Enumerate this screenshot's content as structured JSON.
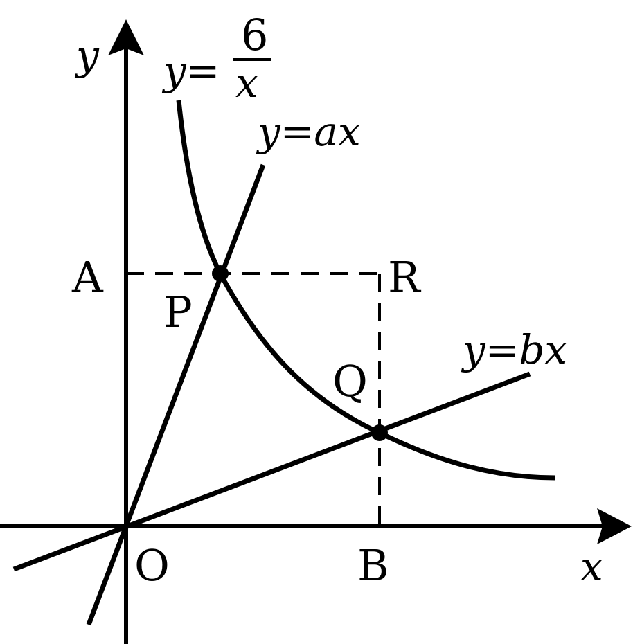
{
  "diagram": {
    "axis_labels": {
      "x": "x",
      "y": "y"
    },
    "curve": {
      "prefix": "y=",
      "numerator": "6",
      "denominator": "x"
    },
    "lines": {
      "steep": "y=ax",
      "shallow": "y=bx"
    },
    "points": {
      "origin": "O",
      "A": "A",
      "B": "B",
      "P": "P",
      "Q": "Q",
      "R": "R"
    },
    "stroke_color": "#000000"
  }
}
